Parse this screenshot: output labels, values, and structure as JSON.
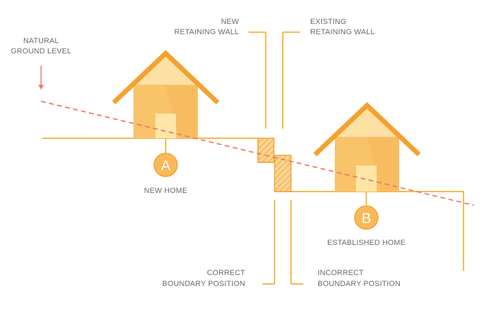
{
  "colors": {
    "background": "#ffffff",
    "line": "#f7b84b",
    "roof": "#f5a130",
    "house_body": "#f9c36a",
    "house_gable": "#fde0a3",
    "door": "#fde6a8",
    "dashed_ground": "#ec7a5c",
    "arrow": "#ec7a5c",
    "badge": "#f9b95a",
    "wall_hatch": "#f3a33a",
    "text": "#6b6b6b"
  },
  "labels": {
    "natural_ground_line1": "NATURAL",
    "natural_ground_line2": "GROUND LEVEL",
    "new_wall_line1": "NEW",
    "new_wall_line2": "RETAINING WALL",
    "existing_wall_line1": "EXISTING",
    "existing_wall_line2": "RETAINING WALL",
    "new_home": "NEW HOME",
    "established_home": "ESTABLISHED HOME",
    "correct_line1": "CORRECT",
    "correct_line2": "BOUNDARY POSITION",
    "incorrect_line1": "INCORRECT",
    "incorrect_line2": "BOUNDARY POSITION"
  },
  "badges": {
    "a": "A",
    "b": "B"
  }
}
